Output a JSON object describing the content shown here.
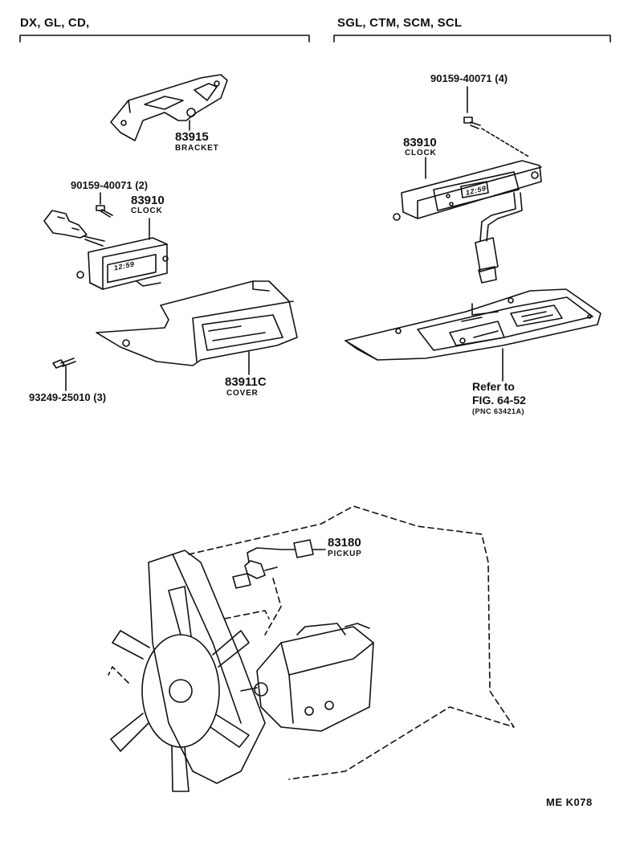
{
  "headers": {
    "left": "DX, GL, CD,",
    "right": "SGL, CTM, SCM, SCL"
  },
  "left_parts": {
    "bracket_number": "83915",
    "bracket_name": "BRACKET",
    "screw_number": "90159-40071 (2)",
    "clock_number": "83910",
    "clock_name": "CLOCK",
    "clock_display": "12:59",
    "cover_number": "83911C",
    "cover_name": "COVER",
    "bolt_number": "93249-25010 (3)"
  },
  "right_parts": {
    "screw_number": "90159-40071 (4)",
    "clock_number": "83910",
    "clock_name": "CLOCK",
    "clock_display": "12:59",
    "refer_line1": "Refer to",
    "refer_line2": "FIG. 64-52",
    "refer_line3": "(PNC 63421A)"
  },
  "engine_parts": {
    "pickup_number": "83180",
    "pickup_name": "PICKUP"
  },
  "footer": {
    "code": "ME  K078"
  }
}
